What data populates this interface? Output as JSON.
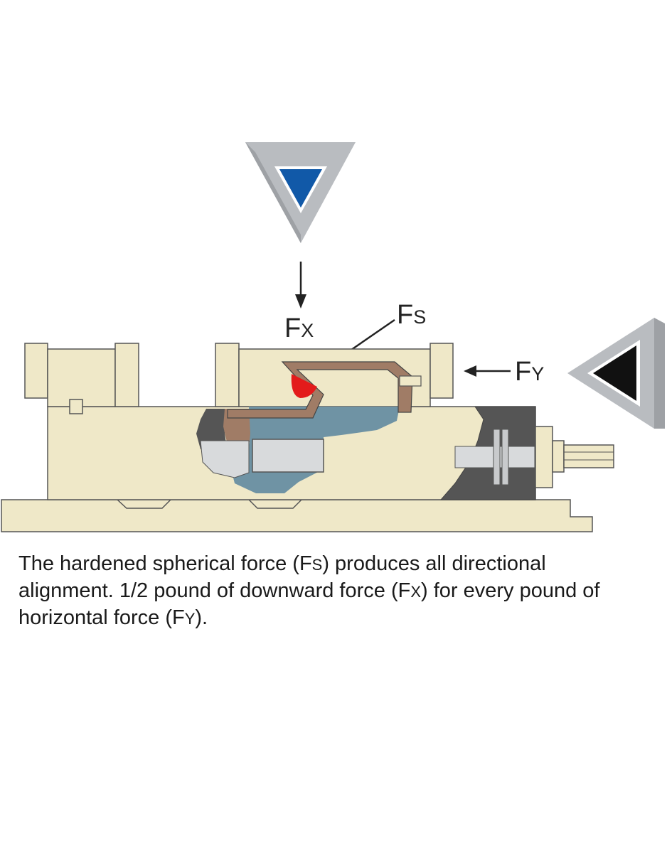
{
  "diagram": {
    "labels": {
      "fx_main": "F",
      "fx_sub": "X",
      "fs_main": "F",
      "fs_sub": "S",
      "fy_main": "F",
      "fy_sub": "Y"
    },
    "colors": {
      "cream": "#efe8c8",
      "outline": "#555555",
      "blue_indicator": "#1159a8",
      "black_indicator": "#111111",
      "silver": "#b9bcc0",
      "sphere_red": "#e31b1b",
      "steel_blue": "#6f93a4",
      "brown": "#a07c66",
      "dark_gray": "#555555"
    },
    "icons": [
      "down-triangle-indicator-icon",
      "left-triangle-indicator-icon",
      "down-arrow-icon",
      "left-arrow-icon"
    ]
  },
  "caption": {
    "part1": "The hardened spherical force (F",
    "sub1": "S",
    "part2": ") produces all directional alignment. 1/2 pound of downward force (F",
    "sub2": "X",
    "part3": ") for every pound of horizontal force (F",
    "sub3": "Y",
    "part4": ")."
  }
}
